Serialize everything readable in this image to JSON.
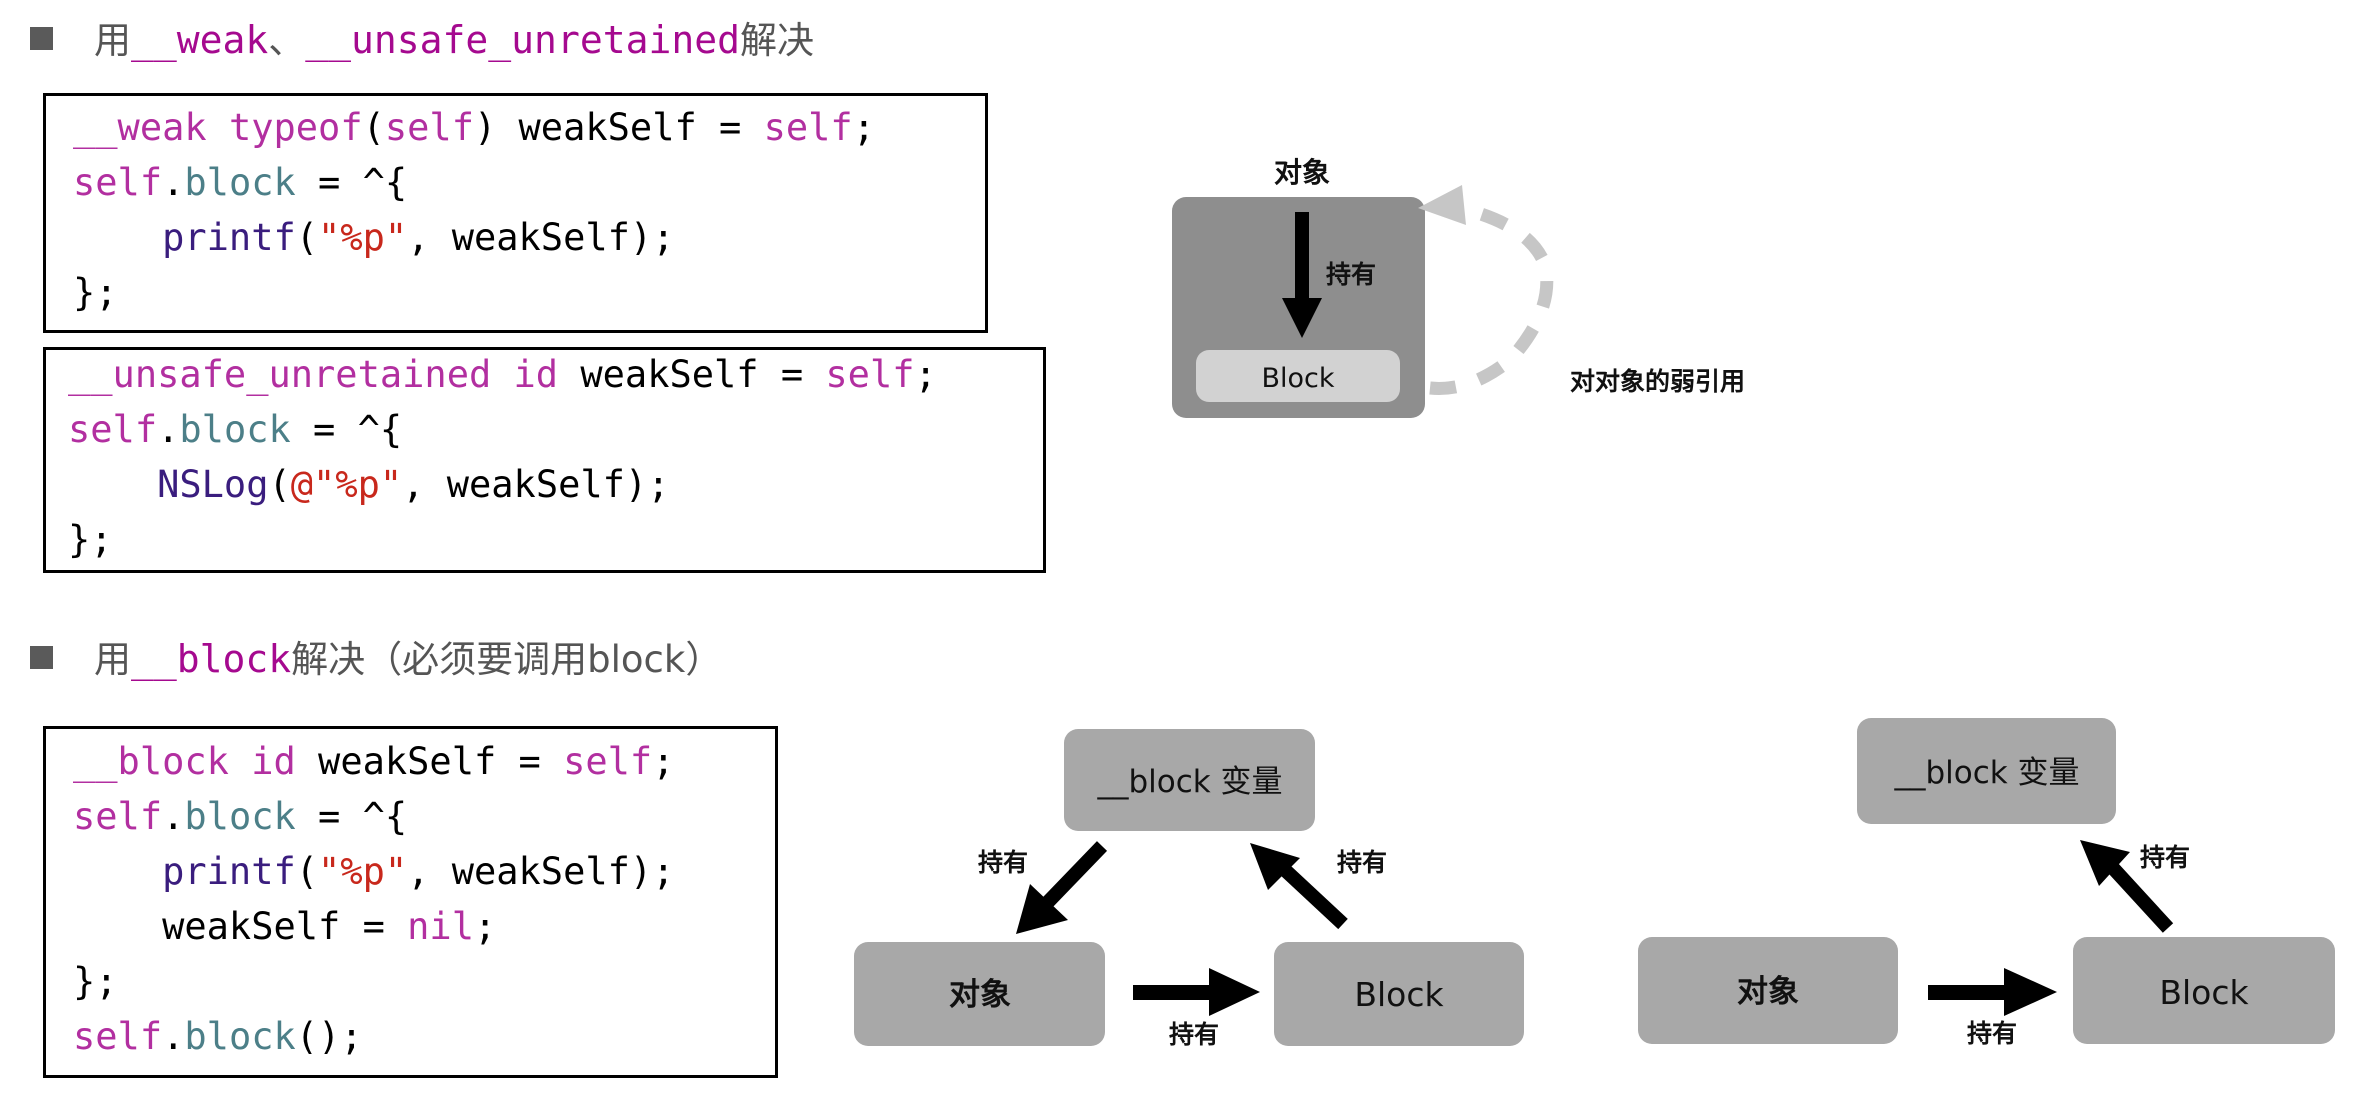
{
  "section1": {
    "heading": {
      "prefix": "用",
      "kw1": "__weak",
      "sep": "、",
      "kw2": "__unsafe_unretained",
      "suffix": "解决"
    },
    "code_weak": [
      [
        {
          "c": "k",
          "t": "__weak"
        },
        {
          "c": "t",
          "t": " "
        },
        {
          "c": "k",
          "t": "typeof"
        },
        {
          "c": "t",
          "t": "("
        },
        {
          "c": "k",
          "t": "self"
        },
        {
          "c": "t",
          "t": ") weakSelf = "
        },
        {
          "c": "k",
          "t": "self"
        },
        {
          "c": "t",
          "t": ";"
        }
      ],
      [
        {
          "c": "k",
          "t": "self"
        },
        {
          "c": "t",
          "t": "."
        },
        {
          "c": "p",
          "t": "block"
        },
        {
          "c": "t",
          "t": " = ^{"
        }
      ],
      [
        {
          "c": "t",
          "t": "    "
        },
        {
          "c": "f",
          "t": "printf"
        },
        {
          "c": "t",
          "t": "("
        },
        {
          "c": "s",
          "t": "\"%p\""
        },
        {
          "c": "t",
          "t": ", weakSelf);"
        }
      ],
      [
        {
          "c": "t",
          "t": "};"
        }
      ]
    ],
    "code_unsafe": [
      [
        {
          "c": "k",
          "t": "__unsafe_unretained"
        },
        {
          "c": "t",
          "t": " "
        },
        {
          "c": "k",
          "t": "id"
        },
        {
          "c": "t",
          "t": " weakSelf = "
        },
        {
          "c": "k",
          "t": "self"
        },
        {
          "c": "t",
          "t": ";"
        }
      ],
      [
        {
          "c": "k",
          "t": "self"
        },
        {
          "c": "t",
          "t": "."
        },
        {
          "c": "p",
          "t": "block"
        },
        {
          "c": "t",
          "t": " = ^{"
        }
      ],
      [
        {
          "c": "t",
          "t": "    "
        },
        {
          "c": "f",
          "t": "NSLog"
        },
        {
          "c": "t",
          "t": "("
        },
        {
          "c": "s",
          "t": "@\"%p\""
        },
        {
          "c": "t",
          "t": ", weakSelf);"
        }
      ],
      [
        {
          "c": "t",
          "t": "};"
        }
      ]
    ],
    "diagram": {
      "object_label": "对象",
      "hold_label": "持有",
      "block_label": "Block",
      "weak_ref_label": "对对象的弱引用"
    }
  },
  "section2": {
    "heading": {
      "prefix": "用",
      "kw": "__block",
      "suffix": "解决（必须要调用block）"
    },
    "code_block": [
      [
        {
          "c": "k",
          "t": "__block"
        },
        {
          "c": "t",
          "t": " "
        },
        {
          "c": "k",
          "t": "id"
        },
        {
          "c": "t",
          "t": " weakSelf = "
        },
        {
          "c": "k",
          "t": "self"
        },
        {
          "c": "t",
          "t": ";"
        }
      ],
      [
        {
          "c": "k",
          "t": "self"
        },
        {
          "c": "t",
          "t": "."
        },
        {
          "c": "p",
          "t": "block"
        },
        {
          "c": "t",
          "t": " = ^{"
        }
      ],
      [
        {
          "c": "t",
          "t": "    "
        },
        {
          "c": "f",
          "t": "printf"
        },
        {
          "c": "t",
          "t": "("
        },
        {
          "c": "s",
          "t": "\"%p\""
        },
        {
          "c": "t",
          "t": ", weakSelf);"
        }
      ],
      [
        {
          "c": "t",
          "t": "    weakSelf = "
        },
        {
          "c": "k",
          "t": "nil"
        },
        {
          "c": "t",
          "t": ";"
        }
      ],
      [
        {
          "c": "t",
          "t": "};"
        }
      ],
      [
        {
          "c": "k",
          "t": "self"
        },
        {
          "c": "t",
          "t": "."
        },
        {
          "c": "p",
          "t": "block"
        },
        {
          "c": "t",
          "t": "();"
        }
      ]
    ],
    "diagram_cycle": {
      "block_var_label": "__block 变量",
      "object_label": "对象",
      "block_label": "Block",
      "hold_labels": [
        "持有",
        "持有",
        "持有"
      ]
    },
    "diagram_broken": {
      "block_var_label": "__block 变量",
      "object_label": "对象",
      "block_label": "Block",
      "hold_labels": [
        "持有",
        "持有"
      ]
    }
  },
  "colors": {
    "keyword": "#b22fa0",
    "heading_keyword": "#a5098f",
    "property": "#4c7f88",
    "function": "#3a1d7e",
    "string": "#c8281c",
    "heading_text": "#555555",
    "box_gray": "#a8a8a8",
    "outer_box_gray": "#8e8e8e",
    "dashed_arc": "#c6c6c6"
  }
}
